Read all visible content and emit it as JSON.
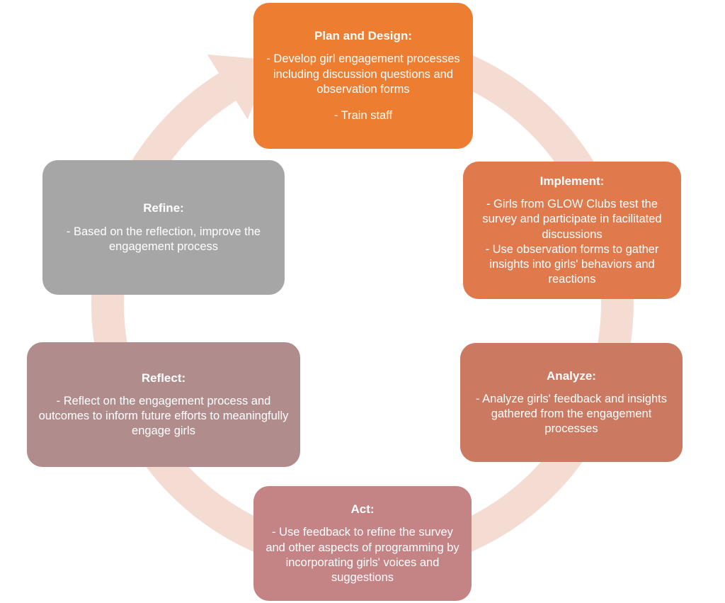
{
  "diagram": {
    "name": "girl-engagement-cycle",
    "arrow_color": "#F4DCD3",
    "steps": [
      {
        "id": "plan-and-design",
        "title": "Plan and Design:",
        "color": "#ED7D31",
        "lines": [
          "- Develop girl engagement processes including discussion questions and observation forms",
          "- Train staff"
        ]
      },
      {
        "id": "implement",
        "title": "Implement:",
        "color": "#E07A4D",
        "lines": [
          "- Girls from GLOW Clubs test the survey and participate in facilitated discussions",
          "- Use observation forms to gather insights into girls' behaviors and reactions"
        ]
      },
      {
        "id": "analyze",
        "title": "Analyze:",
        "color": "#CB7A61",
        "lines": [
          "- Analyze girls' feedback and insights gathered from the engagement processes"
        ]
      },
      {
        "id": "act",
        "title": "Act:",
        "color": "#C48385",
        "lines": [
          "- Use feedback to refine the survey and other aspects of programming by incorporating girls' voices and suggestions"
        ]
      },
      {
        "id": "reflect",
        "title": "Reflect:",
        "color": "#B18C8D",
        "lines": [
          "- Reflect on the engagement process and outcomes to inform future efforts to meaningfully engage girls"
        ]
      },
      {
        "id": "refine",
        "title": "Refine:",
        "color": "#A6A6A6",
        "lines": [
          "- Based on the reflection, improve the engagement process"
        ]
      }
    ]
  }
}
